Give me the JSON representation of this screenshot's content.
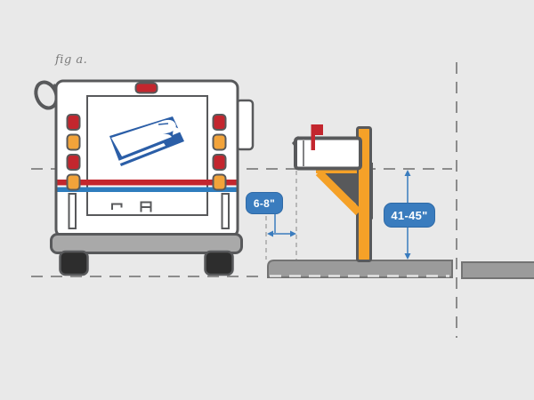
{
  "figure": {
    "caption": "fig a.",
    "subject": "usps-mailbox-curbside-placement-diagram",
    "measurements": {
      "setback_label": "6-8\"",
      "setback_meaning": "distance from curb face to mailbox door",
      "height_label": "41-45\"",
      "height_meaning": "distance from road surface to bottom of mailbox"
    }
  },
  "icons": {
    "truck": "usps-delivery-truck-rear-icon",
    "logo": "usps-eagle-logo-icon",
    "mailbox": "curbside-mailbox-icon",
    "flag": "mailbox-flag-icon",
    "post": "mailbox-post-icon",
    "curb": "street-curb-icon"
  },
  "colors": {
    "background": "#e9e9e9",
    "outline_gray": "#58595b",
    "usps_red": "#c3262e",
    "usps_stripe_blue": "#2f7dbe",
    "logo_blue": "#2b5ea7",
    "amber_light": "#f2a33a",
    "post_orange": "#f5a128",
    "label_blue": "#3a7cbe",
    "curb_gray": "#9b9b9b",
    "dash_gray": "#8c8c8c",
    "bumper_gray": "#a9a9a9",
    "tire_black": "#2d2d2d"
  }
}
